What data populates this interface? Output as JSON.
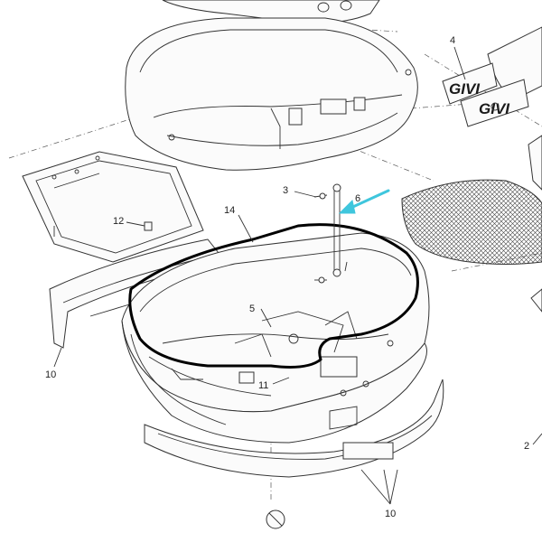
{
  "diagram": {
    "callouts": {
      "c2": "2",
      "c3": "3",
      "c4": "4",
      "c5": "5",
      "c6": "6",
      "c10a": "10",
      "c10b": "10",
      "c11": "11",
      "c12": "12",
      "c14": "14"
    },
    "logos": {
      "logo1": "GIVI",
      "logo2": "GIVI"
    },
    "colors": {
      "line": "#333333",
      "seal": "#000000",
      "arrow": "#3fc6dd",
      "mesh": "#555555"
    }
  }
}
